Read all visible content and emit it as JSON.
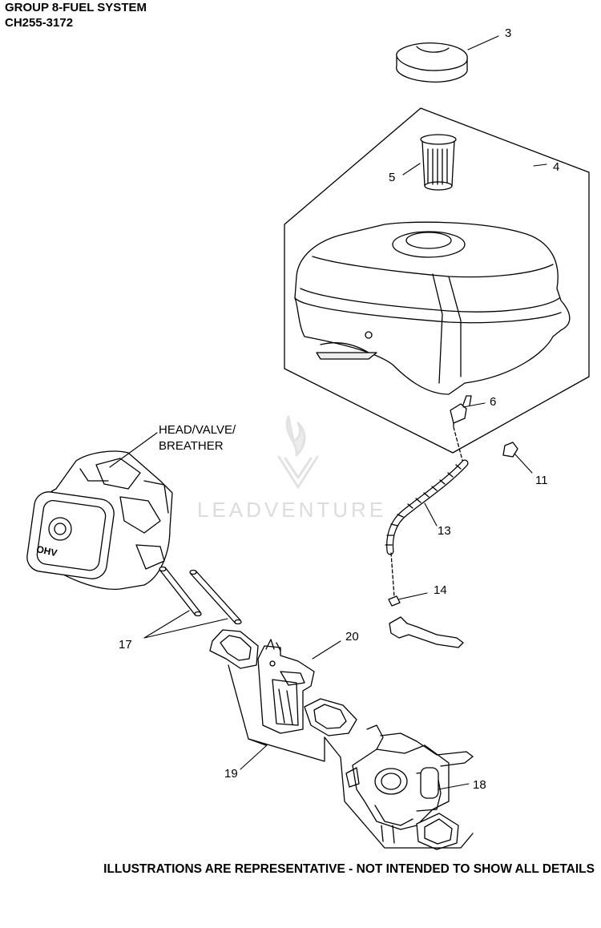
{
  "header": {
    "title": "GROUP 8-FUEL SYSTEM",
    "model": "CH255-3172"
  },
  "watermark": {
    "text": "LEADVENTURE",
    "color": "#d9d9d9"
  },
  "callouts": {
    "c3": "3",
    "c4": "4",
    "c5": "5",
    "c6": "6",
    "c11": "11",
    "c13": "13",
    "c14": "14",
    "c17": "17",
    "c18": "18",
    "c19": "19",
    "c20": "20",
    "head_line1": "HEAD/VALVE/",
    "head_line2": "BREATHER"
  },
  "head_logo": "OHV",
  "footer": "ILLUSTRATIONS ARE REPRESENTATIVE - NOT INTENDED TO SHOW ALL DETAILS"
}
